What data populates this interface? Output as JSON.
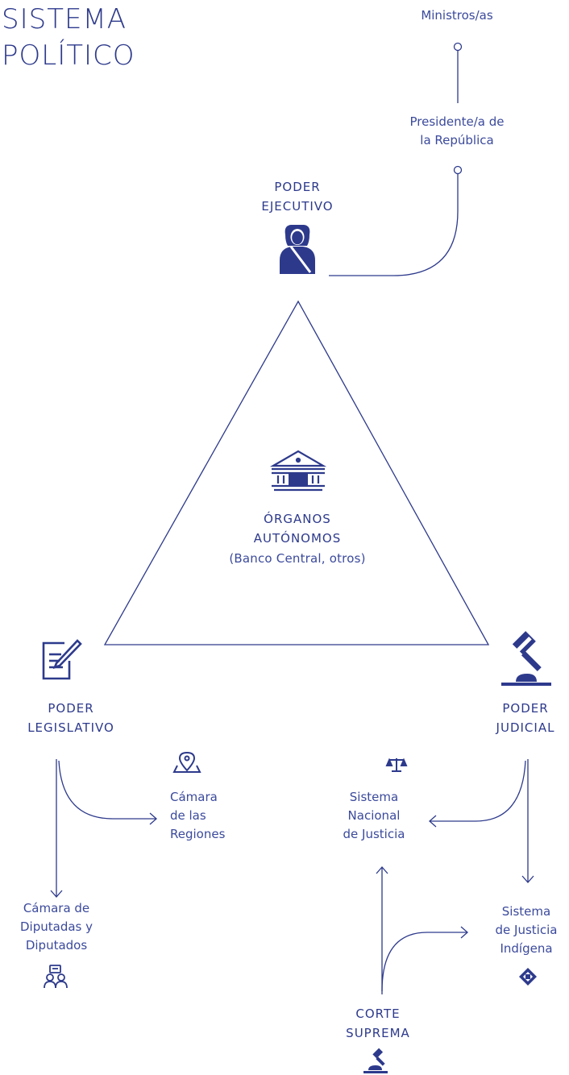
{
  "title": {
    "line1": "SISTEMA",
    "line2": "POLÍTICO"
  },
  "executive": {
    "line1": "PODER",
    "line2": "EJECUTIVO",
    "nodes": {
      "ministers": "Ministros/as",
      "president_1": "Presidente/a de",
      "president_2": "la República"
    }
  },
  "autonomous": {
    "line1": "ÓRGANOS",
    "line2": "AUTÓNOMOS",
    "line3": "(Banco Central, otros)"
  },
  "legislative": {
    "line1": "PODER",
    "line2": "LEGISLATIVO",
    "regions_1": "Cámara",
    "regions_2": "de las",
    "regions_3": "Regiones",
    "deputies_1": "Cámara de",
    "deputies_2": "Diputadas y",
    "deputies_3": "Diputados"
  },
  "judicial": {
    "line1": "PODER",
    "line2": "JUDICIAL",
    "national_1": "Sistema",
    "national_2": "Nacional",
    "national_3": "de Justicia",
    "indigenous_1": "Sistema",
    "indigenous_2": "de Justicia",
    "indigenous_3": "Indígena",
    "supreme_1": "CORTE",
    "supreme_2": "SUPREMA"
  },
  "colors": {
    "primary": "#2d3a8c"
  },
  "icons": [
    "president-icon",
    "bank-building-icon",
    "document-pen-icon",
    "gavel-icon",
    "map-pin-icon",
    "scales-icon",
    "meeting-people-icon",
    "indigenous-emblem-icon",
    "small-gavel-icon"
  ]
}
